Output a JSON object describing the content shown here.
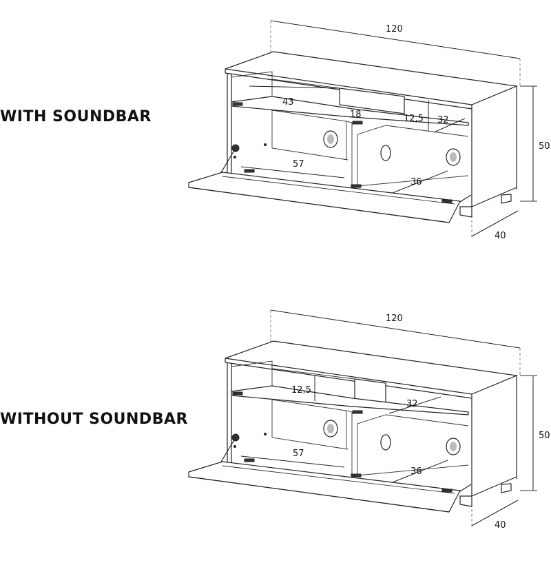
{
  "sections": [
    {
      "label": "WITH SOUNDBAR",
      "dims": {
        "width": "120",
        "height": "50",
        "depth": "40",
        "shelf_width": "43",
        "gap": "18",
        "shelf_height": "12,5",
        "shelf_depth": "32",
        "lower_width": "57",
        "lower_depth": "36"
      }
    },
    {
      "label": "WITHOUT SOUNDBAR",
      "dims": {
        "width": "120",
        "height": "50",
        "depth": "40",
        "shelf_height": "12,5",
        "shelf_depth": "32",
        "lower_width": "57",
        "lower_depth": "36"
      }
    }
  ]
}
